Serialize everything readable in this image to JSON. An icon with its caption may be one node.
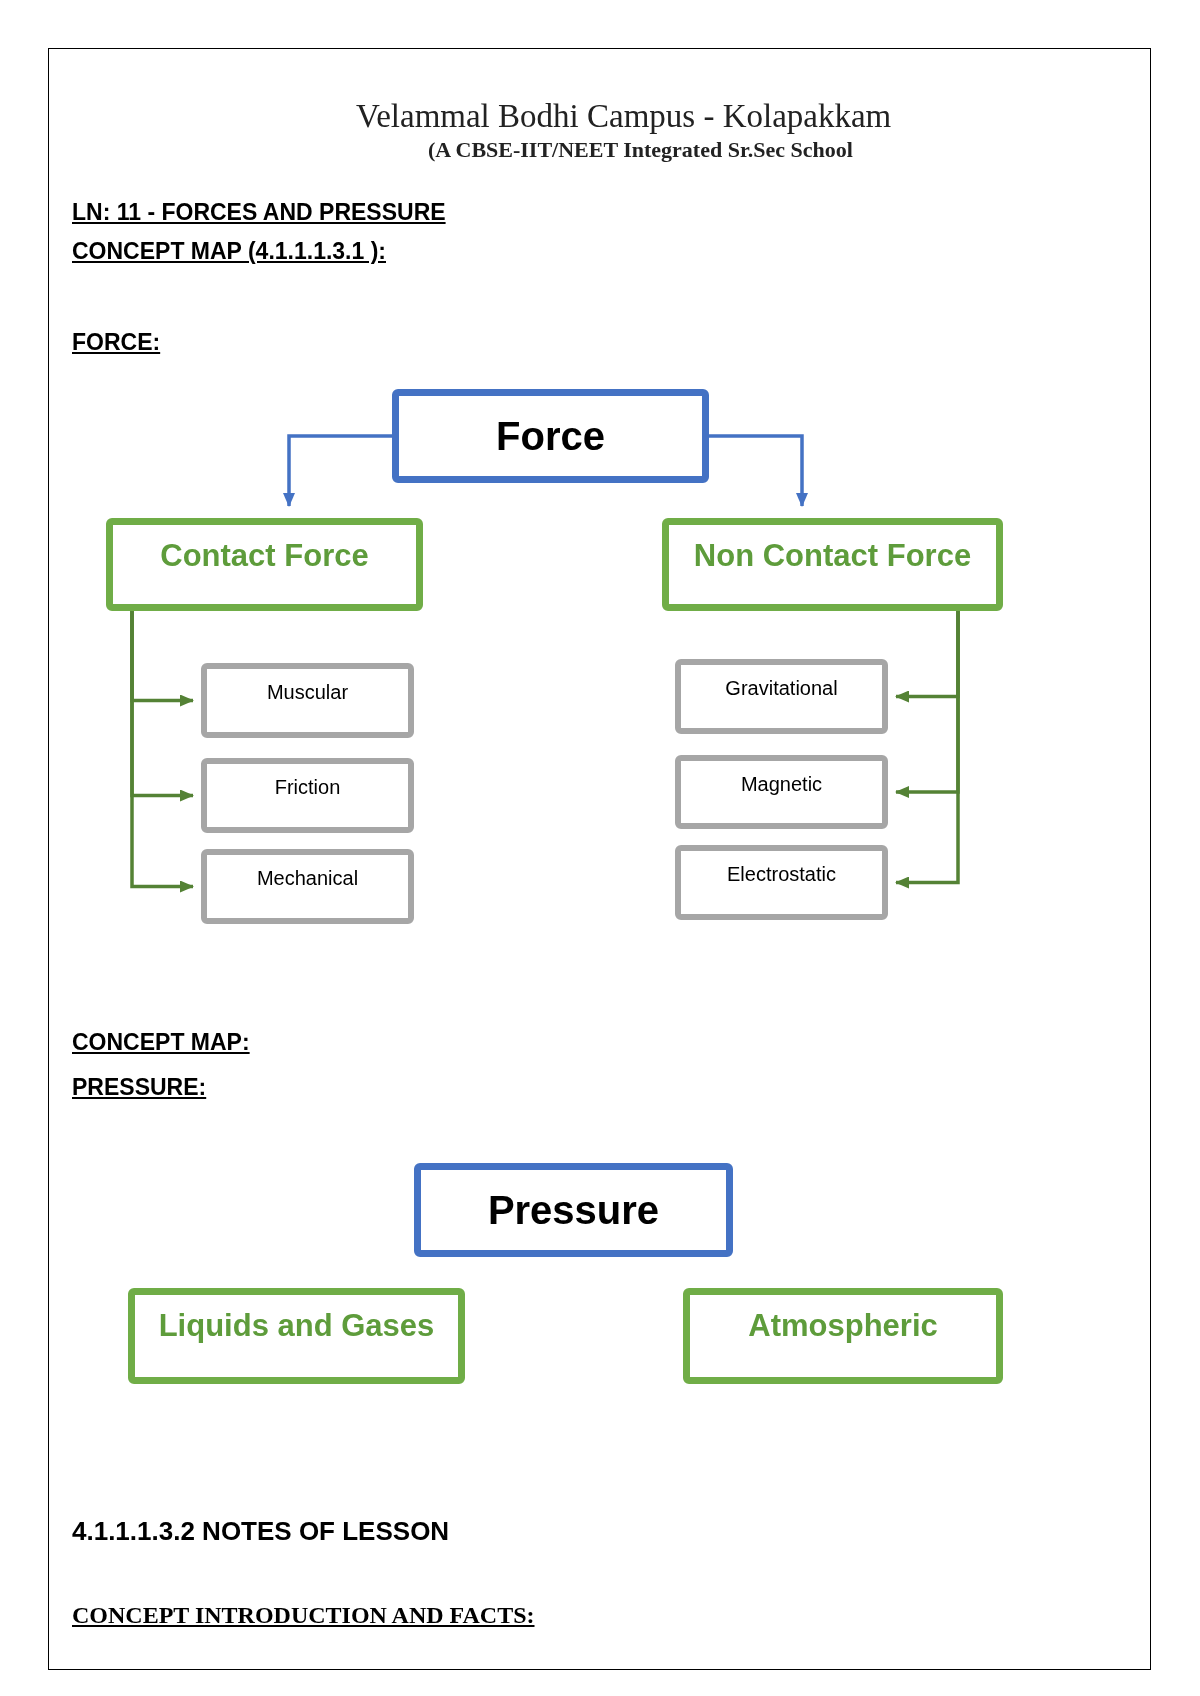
{
  "diagram": {
    "nodes": [
      {
        "text": [
          "Force"
        ]
      },
      {
        "text": [
          "Contact Force"
        ]
      },
      {
        "text": [
          "Non Contact Force"
        ]
      },
      {
        "text": [
          "Muscular"
        ]
      },
      {
        "text": [
          "Friction"
        ]
      },
      {
        "text": [
          "Mechanical"
        ]
      },
      {
        "text": [
          "Gravitational"
        ]
      },
      {
        "text": [
          "Magnetic"
        ]
      },
      {
        "text": [
          "Electrostatic"
        ]
      },
      {
        "text": [
          "Pressure"
        ]
      },
      {
        "text": [
          "Liquids and Gases"
        ]
      },
      {
        "text": [
          "Atmospheric"
        ]
      }
    ],
    "edges": [
      {
        "from": 0,
        "to": 1,
        "arrow": "to",
        "color": "#4472c4"
      },
      {
        "from": 0,
        "to": 2,
        "arrow": "to",
        "color": "#4472c4"
      },
      {
        "from": 1,
        "to": 3,
        "arrow": "to"
      },
      {
        "from": 1,
        "to": 4,
        "arrow": "to"
      },
      {
        "from": 1,
        "to": 5,
        "arrow": "to"
      },
      {
        "from": 2,
        "to": 6,
        "arrow": "to"
      },
      {
        "from": 2,
        "to": 7,
        "arrow": "to"
      },
      {
        "from": 2,
        "to": 8,
        "arrow": "to"
      }
    ],
    "labels": [
      "Velammal Bodhi Campus - Kolapakkam",
      "(A CBSE-IIT/NEET Integrated Sr.Sec School",
      "LN: 11 - FORCES AND PRESSURE",
      "CONCEPT MAP  (4.1.1.1.3.1 ):",
      "FORCE:",
      "CONCEPT MAP:",
      "PRESSURE:",
      "4.1.1.1.3.2  NOTES OF LESSON",
      "CONCEPT INTRODUCTION AND FACTS:"
    ]
  }
}
